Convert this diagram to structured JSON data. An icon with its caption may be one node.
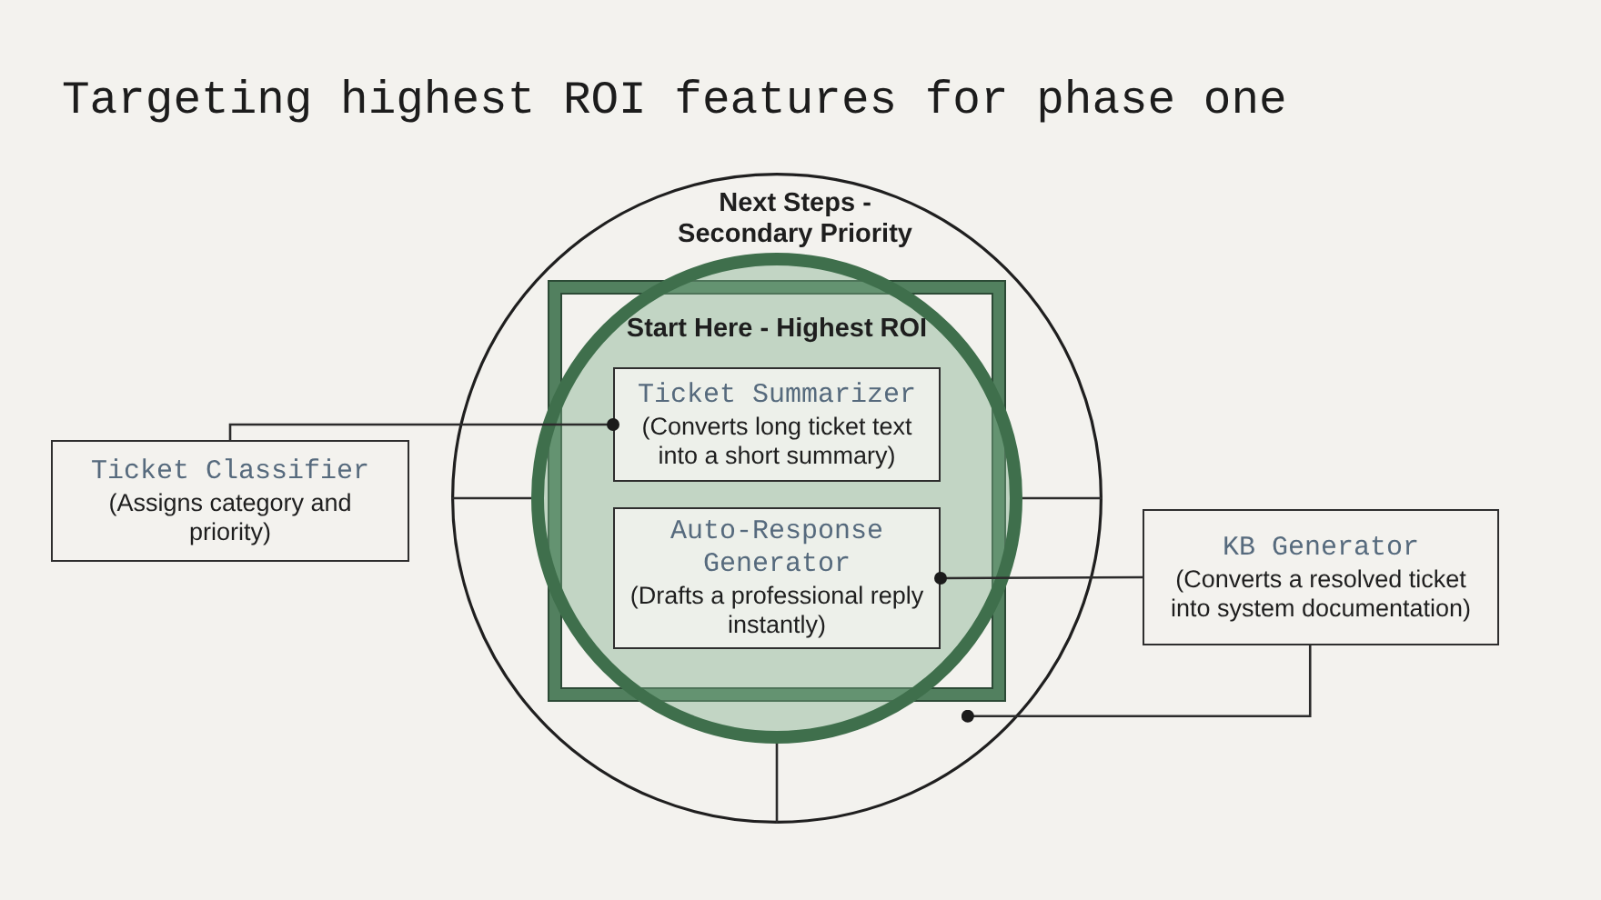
{
  "diagram": {
    "title": "Targeting highest ROI features for phase one",
    "nodes": [
      {
        "text": [
          "Next Steps - Secondary Priority"
        ]
      },
      {
        "text": [],
        "shape": "circle",
        "in": 0
      },
      {
        "text": [
          "Start Here - Highest ROI"
        ],
        "in": 1
      },
      {
        "text": [
          "Ticket Summarizer",
          "(Converts long ticket text into a short summary)"
        ],
        "in": 2
      },
      {
        "text": [
          "Auto-Response Generator",
          "(Drafts a professional reply instantly)"
        ],
        "in": 2
      },
      {
        "text": [
          "Ticket Classifier",
          "(Assigns category and priority)"
        ]
      },
      {
        "text": [
          "KB Generator",
          "(Converts a resolved ticket into system documentation)"
        ]
      }
    ],
    "edges": [
      {
        "from": 5,
        "to": 3,
        "arrow": "other"
      },
      {
        "from": 0,
        "to": 1,
        "arrow": "none"
      },
      {
        "from": 0,
        "to": 1,
        "arrow": "none"
      },
      {
        "from": 6,
        "to": 4,
        "arrow": "other"
      },
      {
        "from": 6,
        "to": 0,
        "arrow": "other"
      },
      {
        "from": 0,
        "to": 1,
        "arrow": "none"
      }
    ]
  }
}
